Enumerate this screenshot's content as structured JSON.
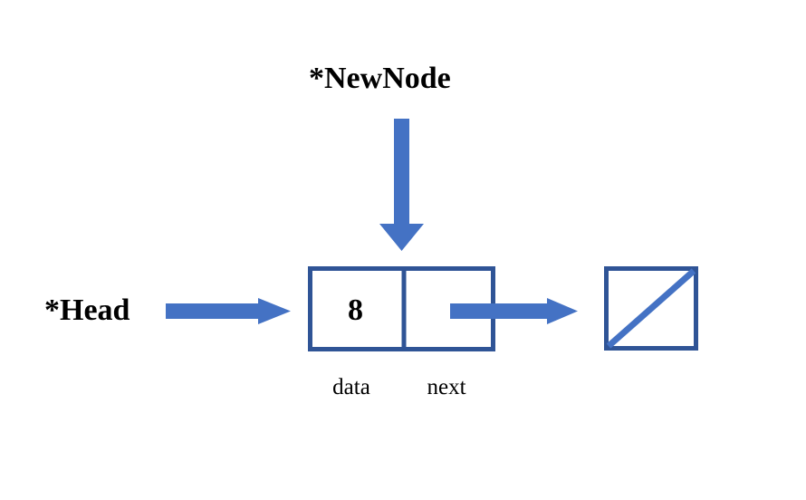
{
  "diagram": {
    "title_concept": "singly-linked-list-node-insertion",
    "colors": {
      "box_border": "#2F5496",
      "arrow": "#4472C4",
      "null_slash": "#4472C4",
      "text": "#000000",
      "background": "#FFFFFF"
    },
    "pointers": [
      {
        "id": "newnode",
        "label": "*NewNode",
        "direction": "down",
        "target": "node-box"
      },
      {
        "id": "head",
        "label": "*Head",
        "direction": "right",
        "target": "node-box"
      }
    ],
    "node": {
      "data_value": "8",
      "data_field_label": "data",
      "next_field_label": "next",
      "next_value": ""
    },
    "null_terminator": {
      "label": "",
      "style": "box-with-diagonal-slash"
    },
    "connections": [
      {
        "from": "node.next",
        "to": "null-box",
        "style": "solid-arrow-right"
      }
    ]
  }
}
